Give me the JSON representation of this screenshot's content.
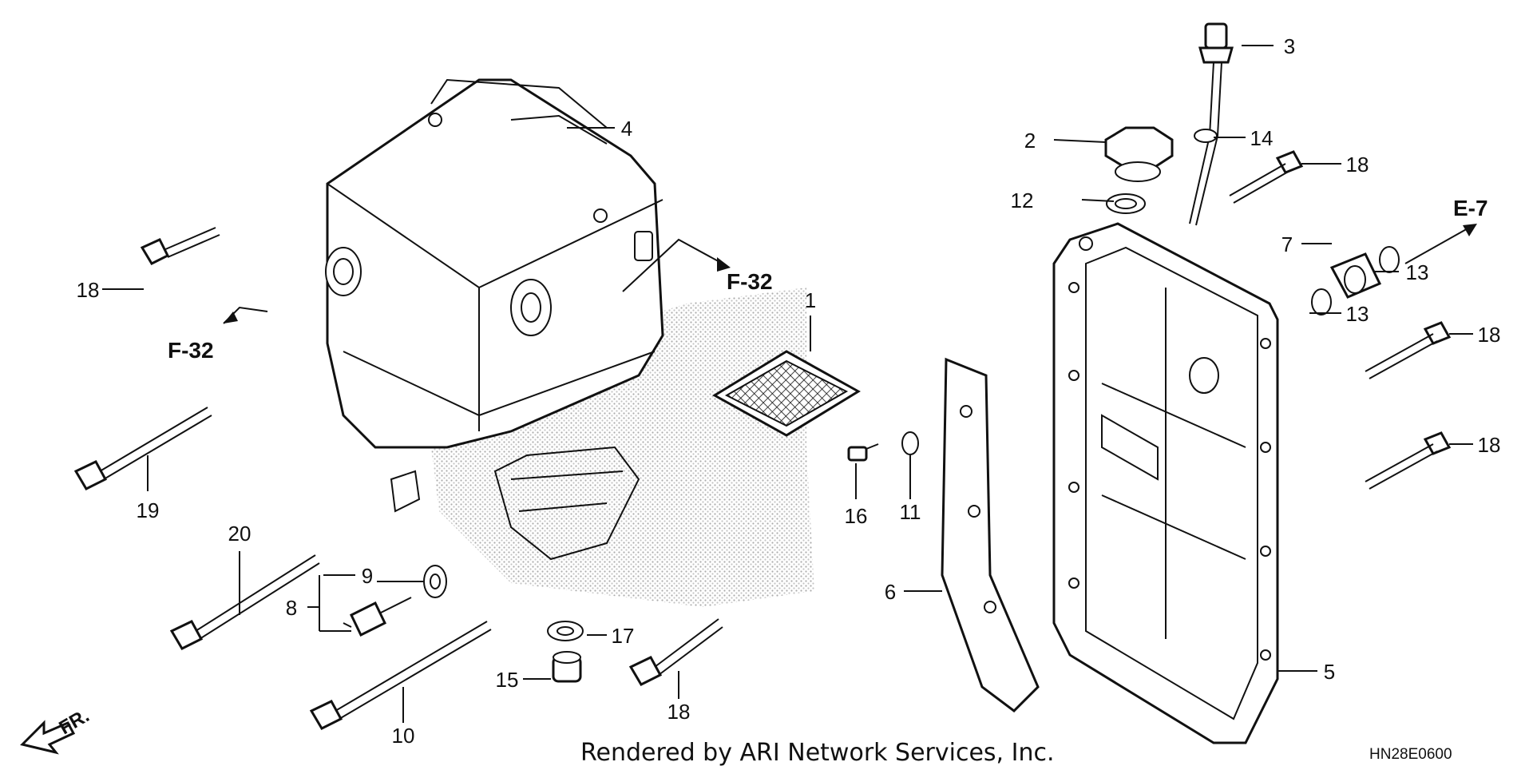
{
  "callouts": {
    "c1": "1",
    "c2": "2",
    "c3": "3",
    "c4": "4",
    "c5": "5",
    "c6": "6",
    "c7": "7",
    "c8": "8",
    "c9": "9",
    "c10": "10",
    "c11": "11",
    "c12": "12",
    "c13a": "13",
    "c13b": "13",
    "c14": "14",
    "c15": "15",
    "c16": "16",
    "c17": "17",
    "c18a": "18",
    "c18b": "18",
    "c18c": "18",
    "c18d": "18",
    "c18e": "18",
    "c19": "19",
    "c20": "20"
  },
  "references": {
    "f32_left": "F-32",
    "f32_right": "F-32",
    "e7": "E-7",
    "front": "FR."
  },
  "footer": {
    "rendered_by": "Rendered by ARI Network Services, Inc.",
    "diagram_code": "HN28E0600"
  }
}
